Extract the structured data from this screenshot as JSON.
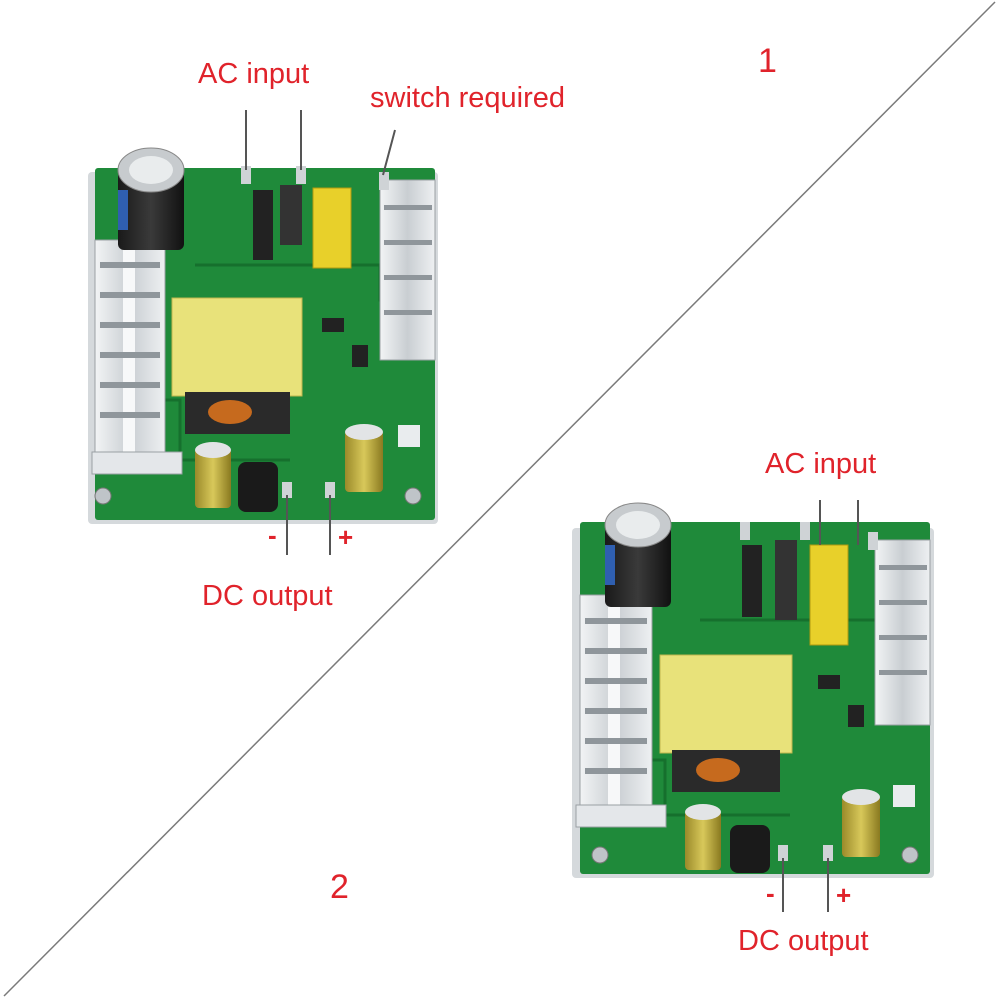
{
  "panel_1": {
    "number": "1",
    "ac_input_label": "AC input",
    "switch_label": "switch required",
    "dc_output_label": "DC output",
    "minus_label": "-",
    "plus_label": "+"
  },
  "panel_2": {
    "number": "2",
    "ac_input_label": "AC input",
    "dc_output_label": "DC output",
    "minus_label": "-",
    "plus_label": "+"
  },
  "colors": {
    "label": "#e0232b",
    "board": "#1f8a3a",
    "transformer": "#e8e27a",
    "heatsink": "#d9dde0",
    "divider": "#7a7a7a"
  }
}
